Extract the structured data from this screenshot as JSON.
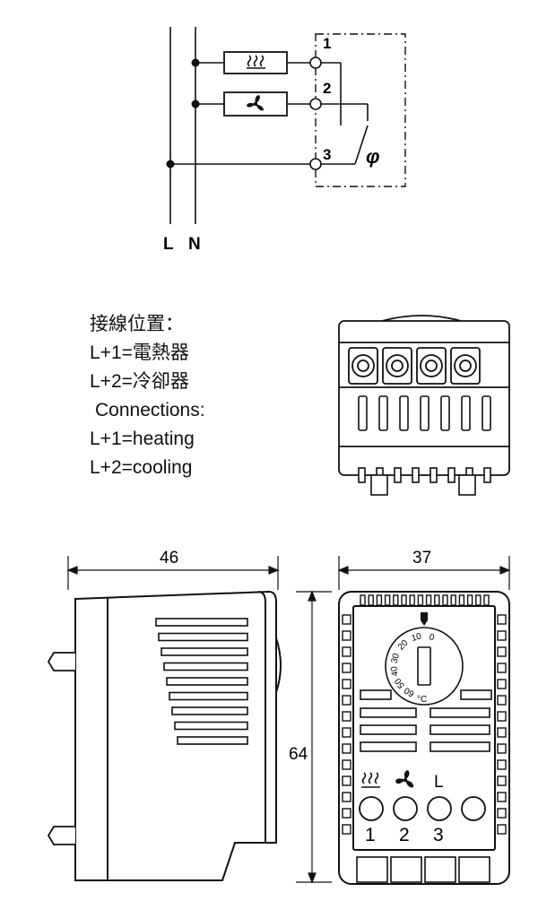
{
  "wiring": {
    "terminals": [
      "1",
      "2",
      "3"
    ],
    "bus_labels": [
      "L",
      "N"
    ],
    "heater_symbol": "heater-icon",
    "fan_symbol": "fan-icon",
    "phi_symbol": "φ"
  },
  "connections": {
    "title_zh": "接線位置：",
    "line1_zh": "L+1=電熱器",
    "line2_zh": "L+2=冷卻器",
    "title_en": "Connections:",
    "line1_en": "L+1=heating",
    "line2_en": "L+2=cooling"
  },
  "dimensions": {
    "side_width": "46",
    "front_width": "37",
    "height": "64"
  },
  "dial": {
    "scale_labels": [
      "60",
      "50",
      "40",
      "30",
      "20",
      "10",
      "0"
    ],
    "unit": "°C"
  },
  "front_terminals": {
    "symbol_labels": [
      "heater-icon",
      "fan-icon",
      "L"
    ],
    "numbers": [
      "1",
      "2",
      "3"
    ]
  }
}
